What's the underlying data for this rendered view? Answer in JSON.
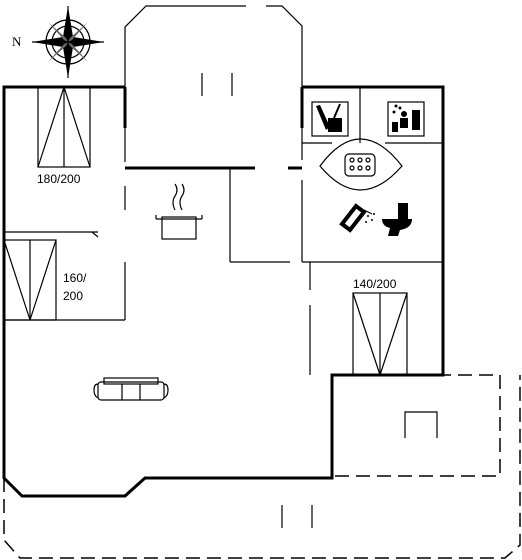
{
  "compass": {
    "north_label": "N",
    "icon": "compass-rose-icon"
  },
  "rooms": {
    "bedroom_1": {
      "bed_label": "180/200"
    },
    "bedroom_2": {
      "bed_label_line1": "160/",
      "bed_label_line2": "200"
    },
    "bedroom_3": {
      "bed_label": "140/200"
    }
  },
  "icons": {
    "kitchen": "cooking-pot-icon",
    "utility": "washing-machine-icon",
    "sauna": "sauna-icon",
    "whirlpool": "whirlpool-icon",
    "shower": "shower-icon",
    "toilet": "toilet-icon",
    "sofa": "sofa-icon"
  }
}
